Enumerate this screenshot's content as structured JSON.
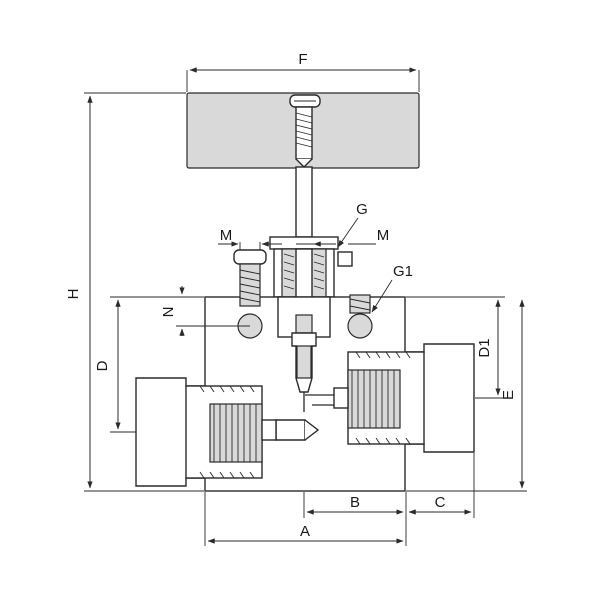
{
  "labels": {
    "F": "F",
    "G": "G",
    "M_left": "M",
    "M_right": "M",
    "G1": "G1",
    "H": "H",
    "N": "N",
    "D": "D",
    "D1": "D1",
    "E": "E",
    "B": "B",
    "C": "C",
    "A": "A"
  }
}
